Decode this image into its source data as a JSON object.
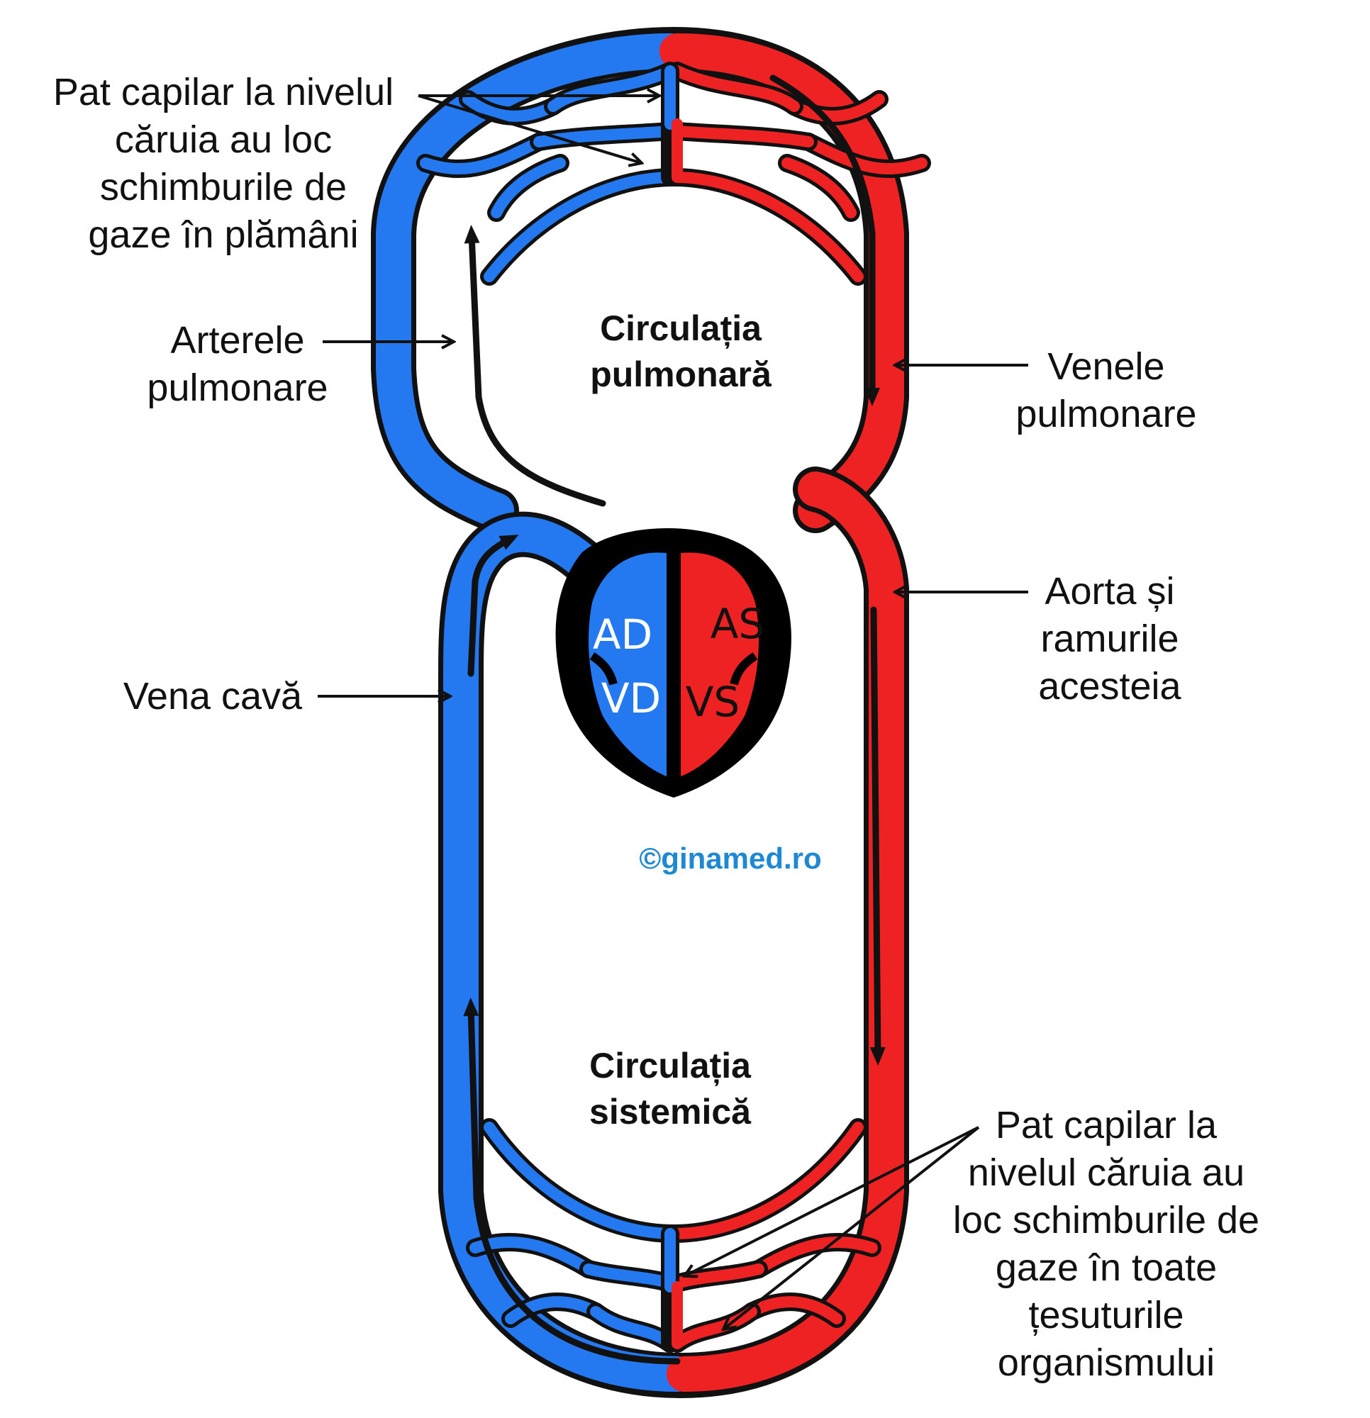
{
  "colors": {
    "venous": "#2479f0",
    "arterial": "#ee2222",
    "outline": "#111111",
    "heart_wall": "#000000",
    "copyright": "#1e88d2"
  },
  "titles": {
    "pulmonary_line1": "Circulația",
    "pulmonary_line2": "pulmonară",
    "systemic_line1": "Circulația",
    "systemic_line2": "sistemică"
  },
  "chambers": {
    "right_atrium": "AD",
    "right_ventricle": "VD",
    "left_atrium": "AS",
    "left_ventricle": "VS"
  },
  "labels": {
    "lung_capillaries": [
      "Pat capilar la nivelul",
      "căruia au loc",
      "schimburile de",
      "gaze în plămâni"
    ],
    "pulmonary_arteries": [
      "Arterele",
      "pulmonare"
    ],
    "pulmonary_veins": [
      "Venele",
      "pulmonare"
    ],
    "aorta": [
      "Aorta și",
      "ramurile",
      "acesteia"
    ],
    "vena_cava": [
      "Vena cavă"
    ],
    "tissue_capillaries": [
      "Pat capilar la",
      "nivelul căruia au",
      "loc schimburile de",
      "gaze în toate",
      "țesuturile",
      "organismului"
    ]
  },
  "copyright": "©ginamed.ro"
}
